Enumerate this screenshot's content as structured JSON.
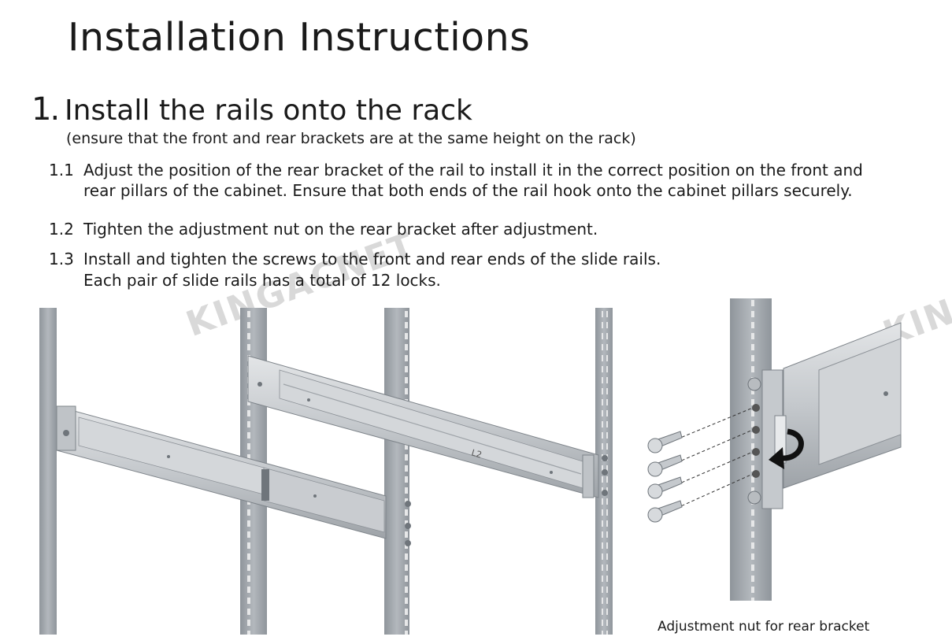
{
  "page": {
    "title": "Installation Instructions",
    "watermark": "KINGACNET",
    "colors": {
      "text": "#1a1a1a",
      "pillar": "#9aa0a6",
      "rail": "#cfd2d6",
      "rail_dark": "#8b9096",
      "arrow": "#111111"
    }
  },
  "step1": {
    "number": "1.",
    "heading": "Install the rails onto the rack",
    "note": "(ensure that the front and rear brackets are at the same height on the rack)",
    "substeps": [
      {
        "num": "1.1",
        "lines": [
          "Adjust the position of the rear bracket of the rail to install it in the correct position on the front and",
          "rear pillars of the cabinet. Ensure that both ends of the rail hook onto the cabinet pillars securely."
        ]
      },
      {
        "num": "1.2",
        "lines": [
          "Tighten the adjustment nut on the rear bracket after adjustment."
        ]
      },
      {
        "num": "1.3",
        "lines": [
          "Install and tighten the screws to the front and rear ends of the slide rails.",
          "Each pair of slide rails has a total of 12 locks."
        ]
      }
    ]
  },
  "figure": {
    "caption": "Adjustment nut for rear bracket",
    "rail_label": "L2",
    "icons": [
      "rack-pillar-icon",
      "slide-rail-icon",
      "screw-icon",
      "rotate-arrow-icon"
    ]
  }
}
